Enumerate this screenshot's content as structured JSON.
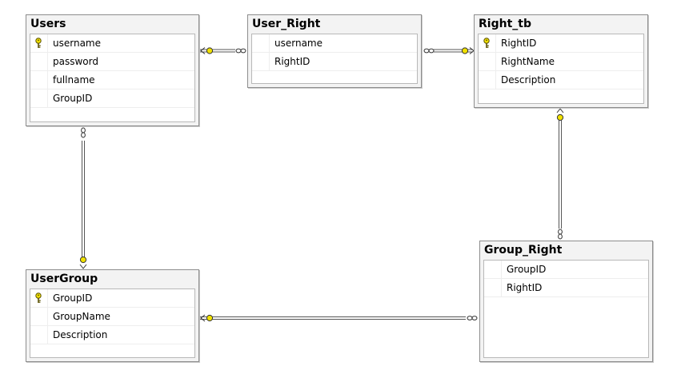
{
  "tables": {
    "users": {
      "name": "Users",
      "columns": [
        "username",
        "password",
        "fullname",
        "GroupID"
      ],
      "key_column": "username"
    },
    "user_right": {
      "name": "User_Right",
      "columns": [
        "username",
        "RightID"
      ]
    },
    "right_tb": {
      "name": "Right_tb",
      "columns": [
        "RightID",
        "RightName",
        "Description"
      ],
      "key_column": "RightID"
    },
    "usergroup": {
      "name": "UserGroup",
      "columns": [
        "GroupID",
        "GroupName",
        "Description"
      ],
      "key_column": "GroupID"
    },
    "group_right": {
      "name": "Group_Right",
      "columns": [
        "GroupID",
        "RightID"
      ]
    }
  },
  "relationships": [
    {
      "from": "Users",
      "to": "User_Right",
      "one_end": "Users",
      "many_end": "User_Right"
    },
    {
      "from": "Right_tb",
      "to": "User_Right",
      "one_end": "Right_tb",
      "many_end": "User_Right"
    },
    {
      "from": "UserGroup",
      "to": "Users",
      "one_end": "UserGroup",
      "many_end": "Users"
    },
    {
      "from": "Right_tb",
      "to": "Group_Right",
      "one_end": "Right_tb",
      "many_end": "Group_Right"
    },
    {
      "from": "UserGroup",
      "to": "Group_Right",
      "one_end": "UserGroup",
      "many_end": "Group_Right"
    }
  ],
  "icons": {
    "primary_key": "key-icon",
    "one_end": "key-end-icon",
    "many_end": "infinity-end-icon"
  },
  "colors": {
    "key_yellow": "#f0e000",
    "line": "#555555"
  }
}
